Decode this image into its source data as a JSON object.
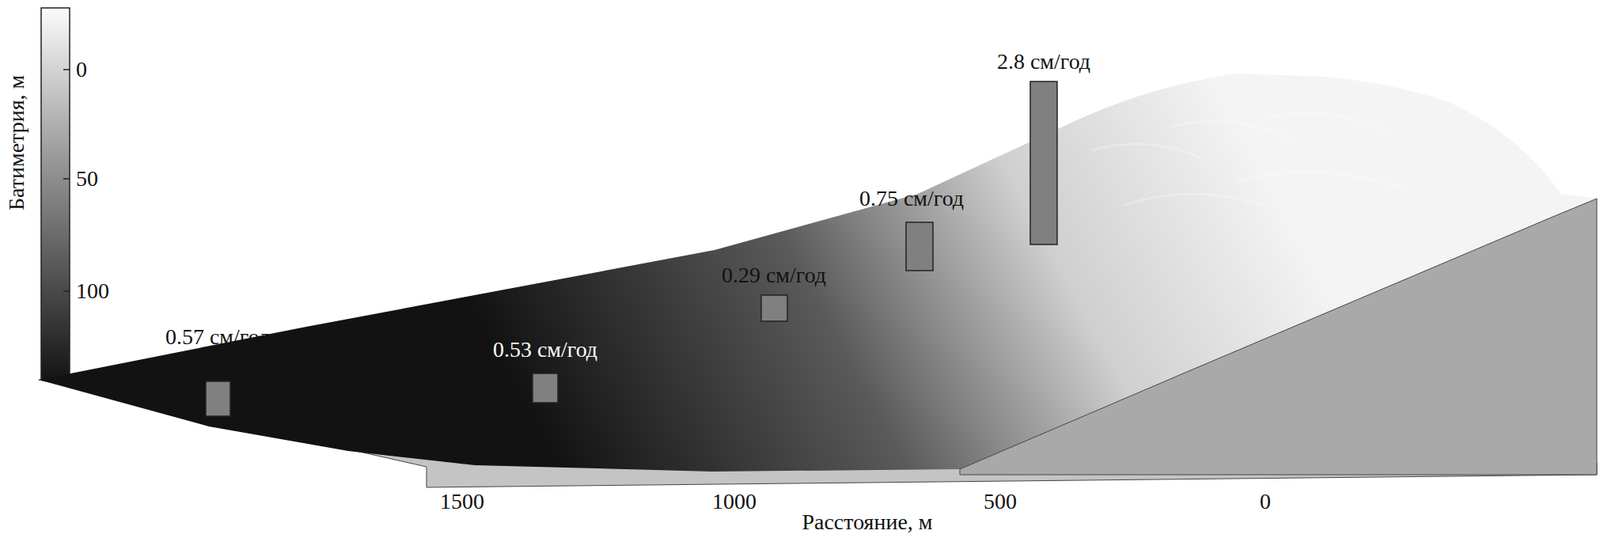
{
  "diagram": {
    "labels": [
      "Батиметрия, м",
      "0",
      "50",
      "100",
      "2.8 см/год",
      "0.75 см/год",
      "0.29 см/год",
      "0.53 см/год",
      "0.57 см/год",
      "1500",
      "1000",
      "500",
      "0",
      "Расстояние, м"
    ]
  }
}
